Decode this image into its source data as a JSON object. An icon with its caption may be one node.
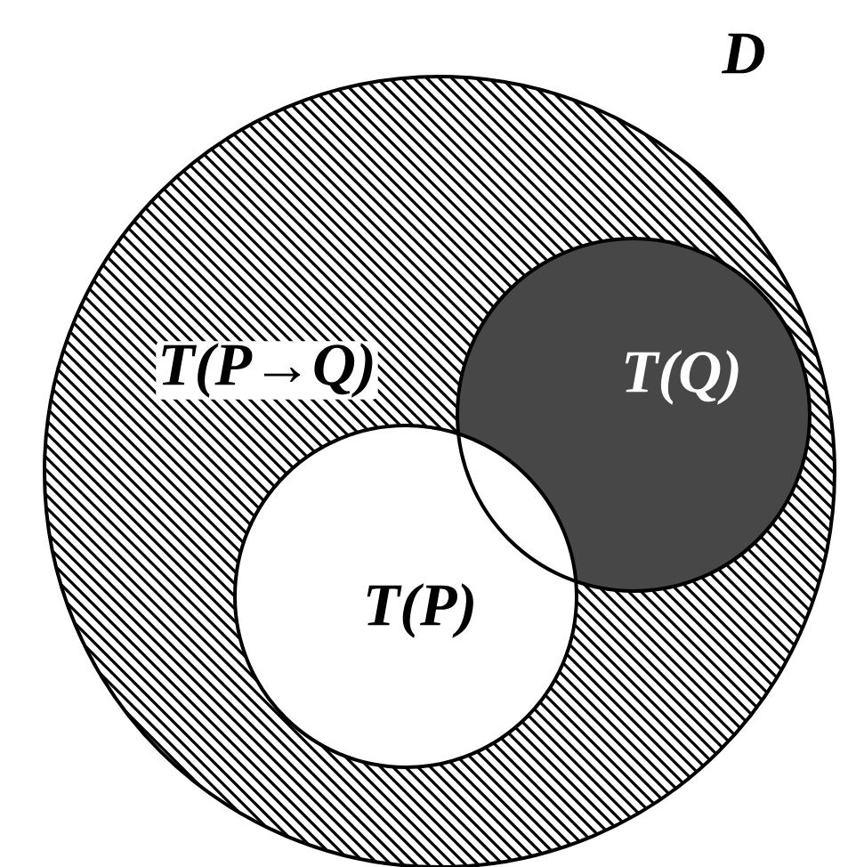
{
  "diagram": {
    "nodes": [
      {
        "text": [
          "D"
        ]
      },
      {
        "text": [
          "T(P)"
        ],
        "in": 0
      },
      {
        "text": [
          "T(Q)"
        ],
        "in": 0
      }
    ],
    "edges": [],
    "labels": [
      "T(P→Q)"
    ]
  }
}
